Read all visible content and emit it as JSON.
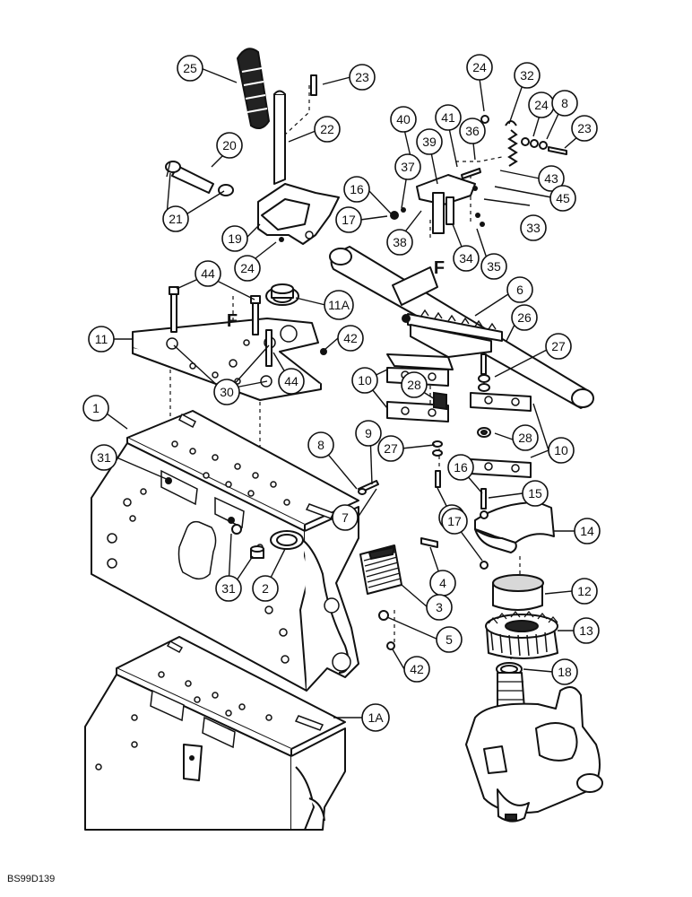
{
  "figure_id": "BS99D139",
  "flow_marks": [
    "F",
    "F"
  ],
  "callouts": [
    "25",
    "23",
    "24",
    "32",
    "22",
    "40",
    "41",
    "24",
    "8",
    "20",
    "36",
    "23",
    "39",
    "37",
    "43",
    "16",
    "45",
    "21",
    "17",
    "33",
    "19",
    "38",
    "24",
    "34",
    "35",
    "6",
    "44",
    "11A",
    "11",
    "42",
    "26",
    "27",
    "10",
    "28",
    "30",
    "44",
    "1",
    "9",
    "27",
    "8",
    "31",
    "10",
    "16",
    "28",
    "26",
    "7",
    "15",
    "17",
    "14",
    "4",
    "31",
    "2",
    "12",
    "3",
    "5",
    "13",
    "42",
    "18",
    "1A"
  ]
}
